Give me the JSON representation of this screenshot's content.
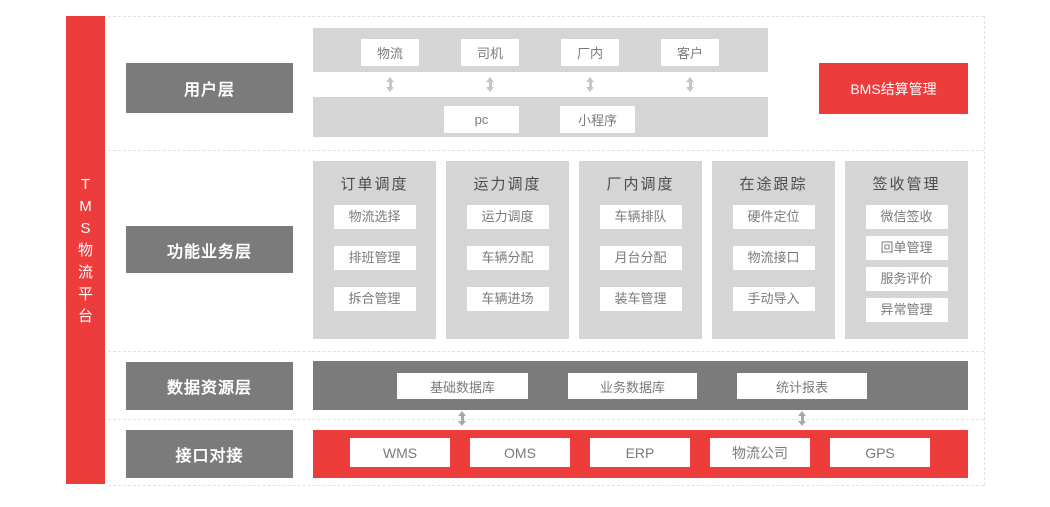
{
  "sidebar": {
    "title": "TMS物流平台",
    "chars": [
      "T",
      "M",
      "S",
      "物",
      "流",
      "平",
      "台"
    ]
  },
  "user_layer": {
    "label": "用户层",
    "roles": [
      "物流",
      "司机",
      "厂内",
      "客户"
    ],
    "clients": [
      "pc",
      "小程序"
    ],
    "bms_button": "BMS结算管理"
  },
  "business_layer": {
    "label": "功能业务层",
    "columns": [
      {
        "title": "订单调度",
        "items": [
          "物流选择",
          "排班管理",
          "拆合管理"
        ]
      },
      {
        "title": "运力调度",
        "items": [
          "运力调度",
          "车辆分配",
          "车辆进场"
        ]
      },
      {
        "title": "厂内调度",
        "items": [
          "车辆排队",
          "月台分配",
          "装车管理"
        ]
      },
      {
        "title": "在途跟踪",
        "items": [
          "硬件定位",
          "物流接口",
          "手动导入"
        ]
      },
      {
        "title": "签收管理",
        "items": [
          "微信签收",
          "回单管理",
          "服务评价",
          "异常管理"
        ]
      }
    ]
  },
  "data_layer": {
    "label": "数据资源层",
    "stores": [
      "基础数据库",
      "业务数据库",
      "统计报表"
    ]
  },
  "interface_layer": {
    "label": "接口对接",
    "systems": [
      "WMS",
      "OMS",
      "ERP",
      "物流公司",
      "GPS"
    ]
  },
  "colors": {
    "accent_red": "#ed3c3c",
    "dark_gray": "#7b7b7b",
    "light_gray": "#d5d5d5",
    "chip_text": "#7a7a7a"
  }
}
